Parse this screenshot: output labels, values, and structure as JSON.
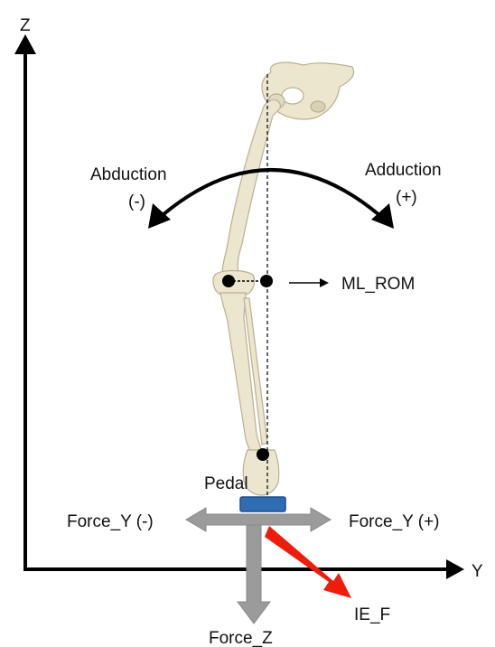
{
  "axes": {
    "z_label": "Z",
    "y_label": "Y"
  },
  "labels": {
    "abduction": "Abduction",
    "abduction_sign": "(-)",
    "adduction": "Adduction",
    "adduction_sign": "(+)",
    "ml_rom": "ML_ROM",
    "pedal": "Pedal",
    "force_y_neg": "Force_Y (-)",
    "force_y_pos": "Force_Y (+)",
    "force_z": "Force_Z",
    "ie_f": "IE_F"
  },
  "colors": {
    "axis": "#000000",
    "bone": "#ece6cf",
    "bone_outline": "#b9b092",
    "pedal": "#2e6db4",
    "force_arrow": "#9b9b9b",
    "ie_f_arrow": "#ee1c0d",
    "markers": "#000000"
  }
}
